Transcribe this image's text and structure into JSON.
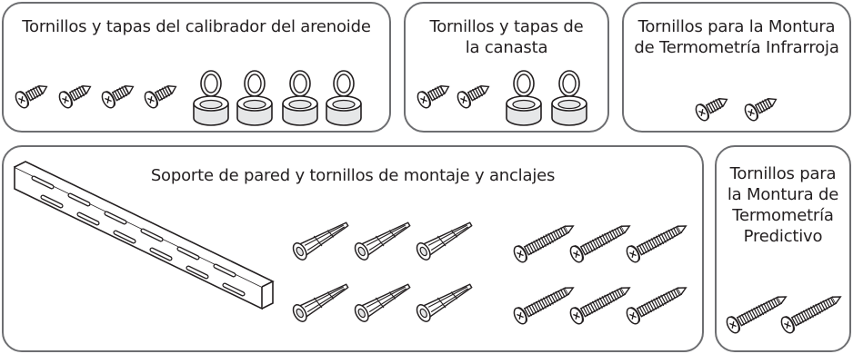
{
  "panels": {
    "calibrator": {
      "title": "Tornillos y tapas del calibrador del arenoide"
    },
    "basket": {
      "title": "Tornillos y tapas de\nla canasta"
    },
    "infrared": {
      "title": "Tornillos para la Montura\nde Termometría Infrarroja"
    },
    "wall": {
      "title": "Soporte de pared y tornillos de montaje y anclajes"
    },
    "predictive": {
      "title": "Tornillos para\nla Montura de\nTermometría\nPredictivo"
    }
  },
  "colors": {
    "border": "#6d6e71",
    "line": "#231f20",
    "cap_fill": "#e6e7e8"
  },
  "icons": [
    "short-screw-icon",
    "snap-cap-icon",
    "wall-bracket-icon",
    "wall-anchor-icon",
    "long-screw-icon"
  ]
}
